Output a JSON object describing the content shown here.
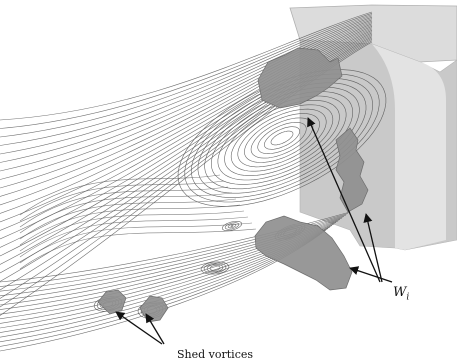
{
  "figure": {
    "labels": {
      "structure_symbol": "W",
      "structure_subscript": "i",
      "shed_vortices": "Shed vortices"
    },
    "colors": {
      "background": "#ffffff",
      "streamline": "#555555",
      "block_face": "#c9c9c9",
      "block_top": "#dcdcdc",
      "vortex_surface": "#8f8f8f",
      "arrow": "#111111"
    }
  }
}
